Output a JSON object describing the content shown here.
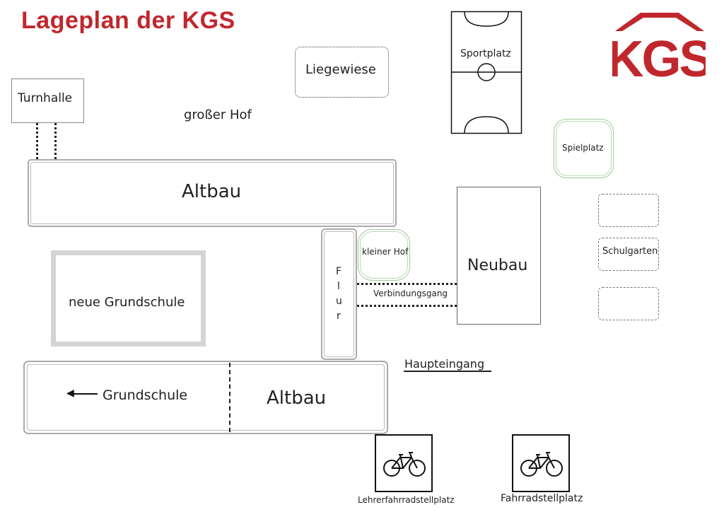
{
  "title": "Lageplan der KGS",
  "logo": {
    "text": "KGS",
    "color": "#c0272d"
  },
  "colors": {
    "accent": "#c0272d",
    "green_area": "#9fc89f",
    "grey_building": "#d4d4d4"
  },
  "places": {
    "turnhalle": "Turnhalle",
    "grosser_hof": "großer Hof",
    "liegewiese": "Liegewiese",
    "sportplatz": "Sportplatz",
    "spielplatz": "Spielplatz",
    "altbau_top": "Altbau",
    "neue_grundschule": "neue Grundschule",
    "flur": [
      "F",
      "l",
      "u",
      "r"
    ],
    "kleiner_hof": "kleiner Hof",
    "verbindungsgang": "Verbindungsgang",
    "neubau": "Neubau",
    "schulgarten": "Schulgarten",
    "haupteingang": "Haupteingang",
    "grundschule": "Grundschule",
    "altbau_bottom": "Altbau",
    "lehrerfahrradstellplatz": "Lehrerfahrradstellplatz",
    "fahrradstellplatz": "Fahrradstellplatz"
  },
  "icons": {
    "arrow": "arrow-left-icon",
    "bicycle": "bicycle-icon",
    "logo_roof": "roof-icon"
  }
}
